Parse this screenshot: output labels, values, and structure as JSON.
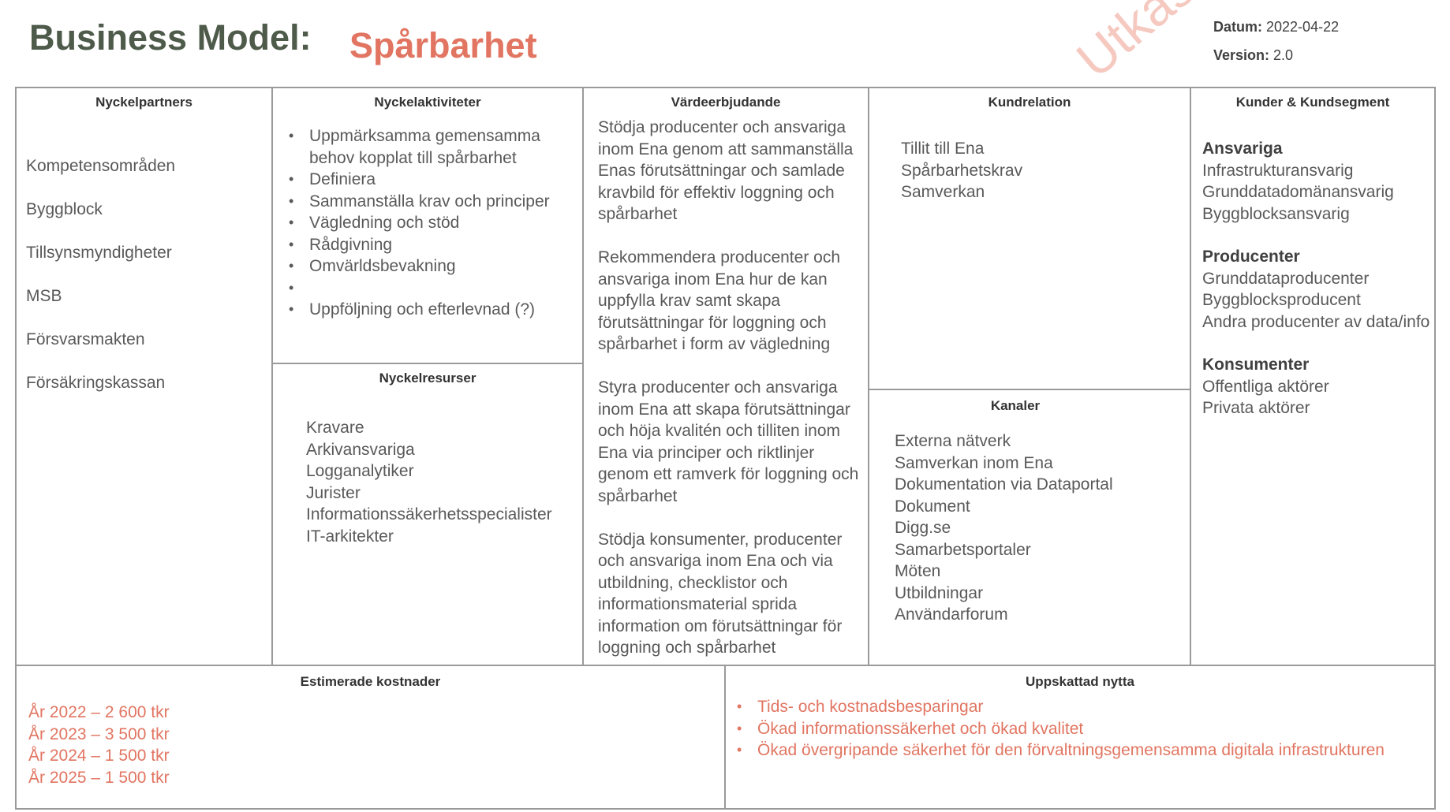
{
  "header": {
    "title": "Business Model:",
    "subtitle": "Spårbarhet",
    "date_label": "Datum:",
    "date_value": "2022-04-22",
    "version_label": "Version:",
    "version_value": "2.0",
    "watermark": "Utkast"
  },
  "partners": {
    "title": "Nyckelpartners",
    "items": [
      "Kompetensområden",
      "Byggblock",
      "Tillsynsmyndigheter",
      "MSB",
      "Försvarsmakten",
      "Försäkringskassan"
    ]
  },
  "activities": {
    "title": "Nyckelaktiviteter",
    "items": [
      "Uppmärksamma gemensamma behov kopplat till spårbarhet",
      "Definiera",
      "Sammanställa krav och principer",
      "Vägledning och stöd",
      "Rådgivning",
      "Omvärldsbevakning"
    ],
    "extra_item": "Uppföljning och efterlevnad (?)"
  },
  "resources": {
    "title": "Nyckelresurser",
    "items": [
      "Kravare",
      "Arkivansvariga",
      "Logganalytiker",
      "Jurister",
      "Informationssäkerhetsspecialister",
      "IT-arkitekter"
    ]
  },
  "value": {
    "title": "Värdeerbjudande",
    "paragraphs": [
      "Stödja producenter och ansvariga inom Ena genom att sammanställa Enas förutsättningar och samlade kravbild för effektiv loggning och spårbarhet",
      "Rekommendera producenter och ansvariga inom Ena hur de kan uppfylla krav samt skapa förutsättningar för loggning och spårbarhet i form av vägledning",
      "Styra producenter och ansvariga inom Ena att skapa förutsättningar och höja kvalitén och tilliten inom Ena via principer och riktlinjer genom ett ramverk för loggning och spårbarhet",
      "Stödja konsumenter, producenter och ansvariga inom Ena och via utbildning, checklistor och informationsmaterial sprida information om förutsättningar för loggning och spårbarhet"
    ]
  },
  "relations": {
    "title": "Kundrelation",
    "items": [
      "Tillit till Ena",
      "Spårbarhetskrav",
      "Samverkan"
    ]
  },
  "channels": {
    "title": "Kanaler",
    "items": [
      "Externa nätverk",
      "Samverkan inom Ena",
      "Dokumentation via Dataportal",
      "Dokument",
      "Digg.se",
      "Samarbetsportaler",
      "Möten",
      "Utbildningar",
      "Användarforum"
    ]
  },
  "segments": {
    "title": "Kunder & Kundsegment",
    "groups": [
      {
        "head": "Ansvariga",
        "items": [
          "Infrastrukturansvarig",
          "Grunddatadomänansvarig",
          "Byggblocksansvarig"
        ]
      },
      {
        "head": "Producenter",
        "items": [
          "Grunddataproducenter",
          "Byggblocksproducent",
          "Andra producenter av data/info"
        ]
      },
      {
        "head": "Konsumenter",
        "items": [
          "Offentliga aktörer",
          "Privata aktörer"
        ]
      }
    ]
  },
  "costs": {
    "title": "Estimerade kostnader",
    "items": [
      "År 2022 – 2 600 tkr",
      "År 2023 – 3 500 tkr",
      "År 2024 – 1 500 tkr",
      "År 2025 – 1 500 tkr"
    ]
  },
  "benefits": {
    "title": "Uppskattad nytta",
    "items": [
      "Tids- och kostnadsbesparingar",
      "Ökad informationssäkerhet och ökad kvalitet",
      "Ökad övergripande säkerhet för den förvaltningsgemensamma digitala infrastrukturen"
    ]
  },
  "colors": {
    "accent": "#e17561",
    "title": "#4e5b4a",
    "border": "#9a9a9a"
  }
}
